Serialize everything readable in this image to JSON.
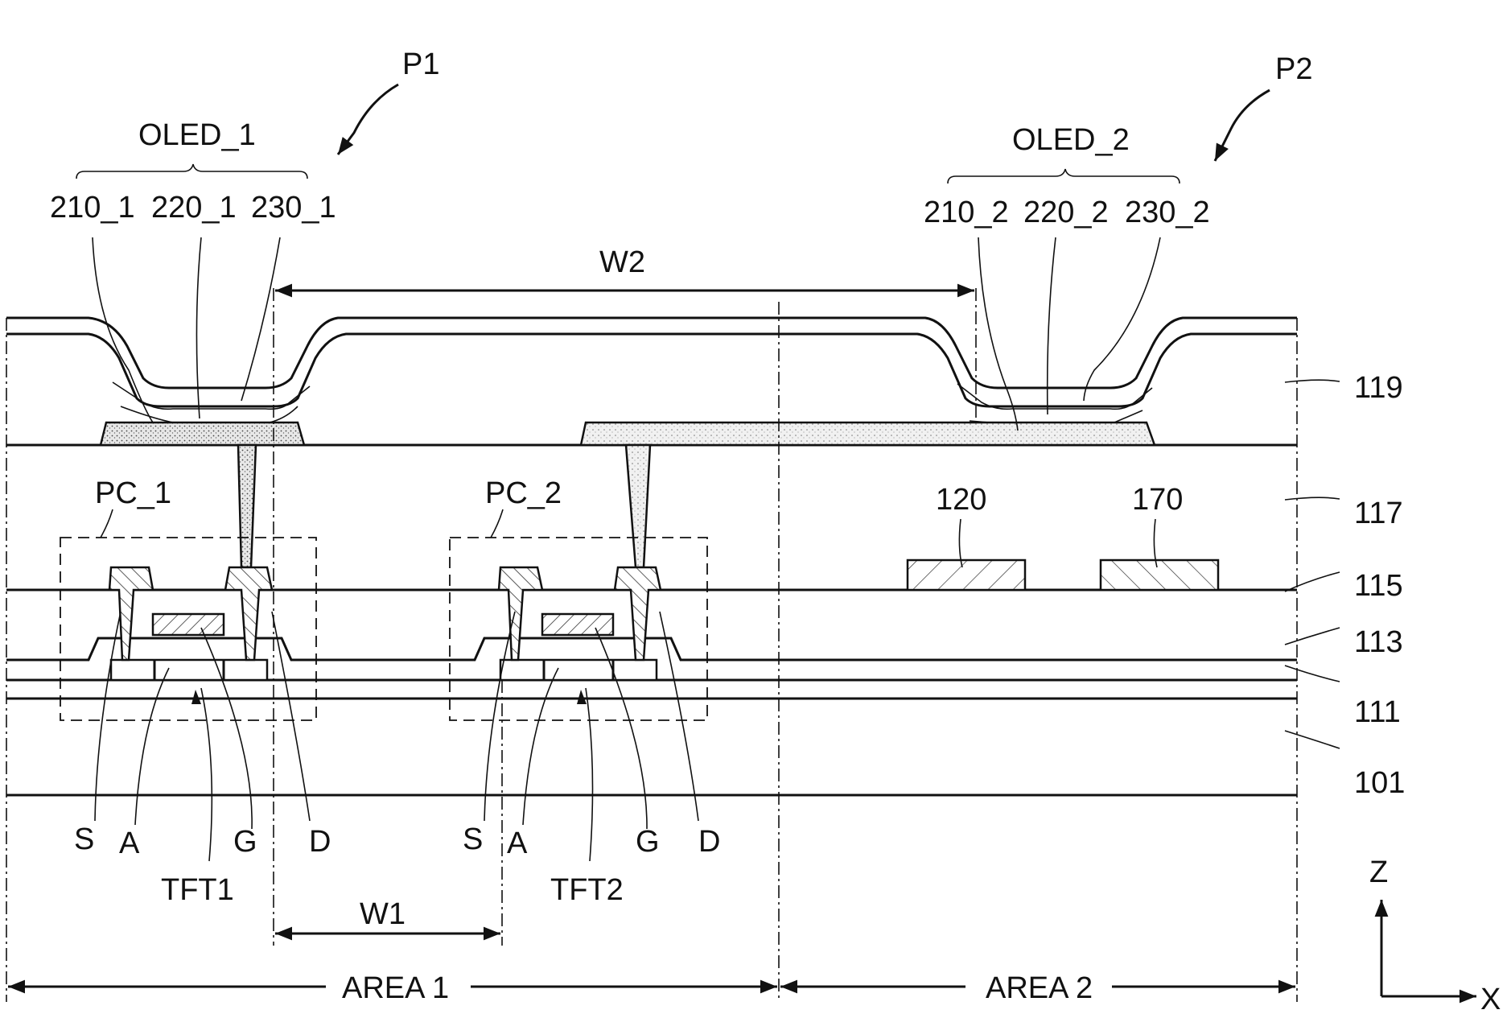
{
  "figure": {
    "pixels": {
      "p1": "P1",
      "p2": "P2"
    },
    "oled1": {
      "label": "OLED_1",
      "parts": [
        "210_1",
        "220_1",
        "230_1"
      ]
    },
    "oled2": {
      "label": "OLED_2",
      "parts": [
        "210_2",
        "220_2",
        "230_2"
      ]
    },
    "widths": {
      "w1": "W1",
      "w2": "W2"
    },
    "circuits": {
      "pc1": "PC_1",
      "pc2": "PC_2"
    },
    "tft1": {
      "label": "TFT1",
      "s": "S",
      "a": "A",
      "g": "G",
      "d": "D"
    },
    "tft2": {
      "label": "TFT2",
      "s": "S",
      "a": "A",
      "g": "G",
      "d": "D"
    },
    "layers": [
      "119",
      "117",
      "115",
      "113",
      "111",
      "101"
    ],
    "components": {
      "c120": "120",
      "c170": "170"
    },
    "areas": {
      "area1": "AREA 1",
      "area2": "AREA 2"
    },
    "axes": {
      "z": "Z",
      "x": "X"
    }
  }
}
